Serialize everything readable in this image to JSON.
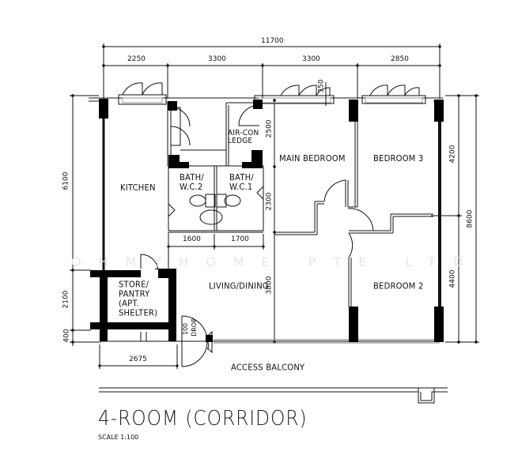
{
  "plan": {
    "title": "4-ROOM (CORRIDOR)",
    "scale": "SCALE   1:100",
    "watermark": "OHMYHOME PTE LTD"
  },
  "rooms": {
    "kitchen": "KITCHEN",
    "bath2_line1": "BATH/",
    "bath2_line2": "W.C.2",
    "bath1_line1": "BATH/",
    "bath1_line2": "W.C.1",
    "aircon_line1": "AIR-CON",
    "aircon_line2": "LEDGE",
    "main_bedroom": "MAIN BEDROOM",
    "bedroom3": "BEDROOM 3",
    "bedroom2": "BEDROOM 2",
    "living": "LIVING/DINING",
    "store_line1": "STORE/",
    "store_line2": "PANTRY",
    "store_line3": "(APT.",
    "store_line4": "SHELTER)",
    "access_balcony": "ACCESS BALCONY",
    "drop_line1": "100",
    "drop_line2": "DROP"
  },
  "dimensions": {
    "top_total": "11700",
    "top_segments": [
      "2250",
      "3300",
      "3300",
      "2850"
    ],
    "left": [
      "6100",
      "2100",
      "400"
    ],
    "right_inner": [
      "4200",
      "4400"
    ],
    "right_total": "8600",
    "bath_widths": [
      "1600",
      "1700"
    ],
    "mid_vertical": [
      "2500",
      "2300",
      "3800"
    ],
    "window_offset": "350",
    "bottom_store": "2675"
  },
  "colors": {
    "line": "#111111",
    "wall_fill": "#000000",
    "watermark": "#e6e6e6"
  }
}
